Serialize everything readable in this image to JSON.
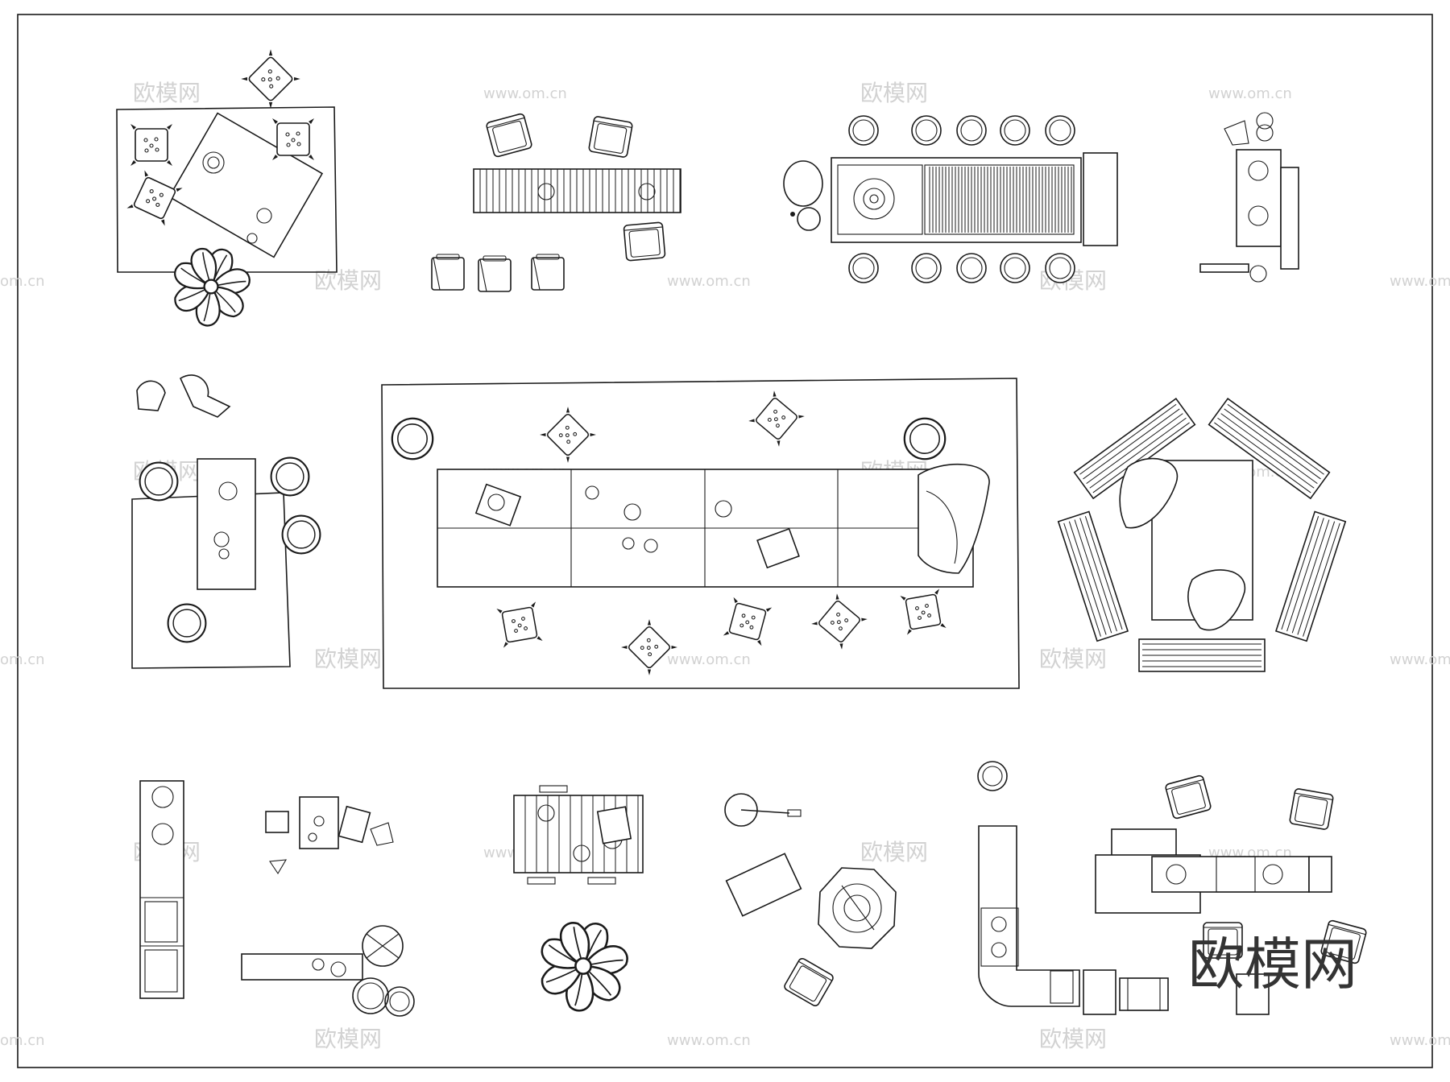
{
  "watermark": {
    "logo_cn": "欧模网",
    "url": "www.om.cn",
    "url_fragment": "om.cn",
    "big_logo": "欧模网"
  },
  "colors": {
    "line": "#1a1a1a",
    "background": "#ffffff",
    "watermark": "#d2d2d2",
    "big_logo": "#333333"
  },
  "icons": [
    "cushion-icon",
    "armchair-icon",
    "stool-icon",
    "bench-icon",
    "plant-icon",
    "grill-icon",
    "table-icon",
    "rug-icon"
  ]
}
